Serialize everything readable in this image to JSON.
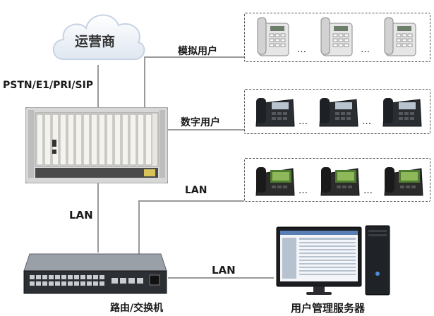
{
  "cloud": {
    "label": "运营商"
  },
  "trunk": {
    "label": "PSTN/E1/PRI/SIP"
  },
  "branches": {
    "analog": "模拟用户",
    "digital": "数字用户",
    "ip": "LAN"
  },
  "links": {
    "pbx_to_switch": "LAN",
    "switch_to_server": "LAN"
  },
  "devices": {
    "switch": "路由/交换机",
    "server": "用户管理服务器"
  },
  "ellipsis": "…"
}
